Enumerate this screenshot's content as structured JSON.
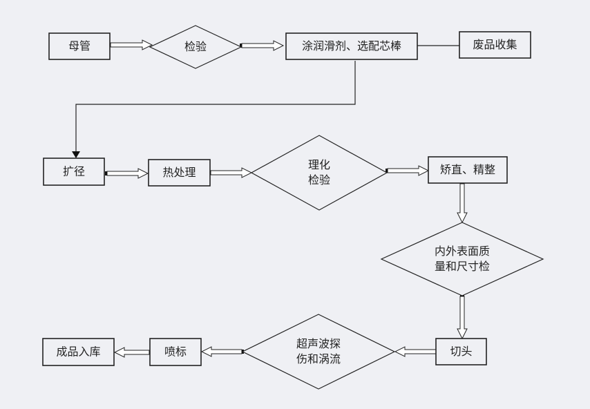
{
  "diagram": {
    "type": "flowchart",
    "colors": {
      "background": "#eff0f4",
      "stroke": "#222222",
      "text": "#222222"
    },
    "nodes": [
      {
        "id": "mother-tube",
        "shape": "rect",
        "lines": [
          "母管"
        ]
      },
      {
        "id": "inspect-1",
        "shape": "diamond",
        "lines": [
          "检验"
        ]
      },
      {
        "id": "lubricate",
        "shape": "rect",
        "lines": [
          "涂润滑剂、选配芯棒"
        ]
      },
      {
        "id": "waste",
        "shape": "rect",
        "lines": [
          "废品收集"
        ]
      },
      {
        "id": "expand",
        "shape": "rect",
        "lines": [
          "扩径"
        ]
      },
      {
        "id": "heat-treat",
        "shape": "rect",
        "lines": [
          "热处理"
        ]
      },
      {
        "id": "phys-chem",
        "shape": "diamond",
        "lines": [
          "理化",
          "检验"
        ]
      },
      {
        "id": "straighten",
        "shape": "rect",
        "lines": [
          "矫直、精整"
        ]
      },
      {
        "id": "surface-inspect",
        "shape": "diamond",
        "lines": [
          "内外表面质",
          "量和尺寸检"
        ]
      },
      {
        "id": "cut-head",
        "shape": "rect",
        "lines": [
          "切头"
        ]
      },
      {
        "id": "ultrasonic",
        "shape": "diamond",
        "lines": [
          "超声波探",
          "伤和涡流"
        ]
      },
      {
        "id": "spray-mark",
        "shape": "rect",
        "lines": [
          "喷标"
        ]
      },
      {
        "id": "warehouse",
        "shape": "rect",
        "lines": [
          "成品入库"
        ]
      }
    ],
    "edges": [
      {
        "from": "mother-tube",
        "to": "inspect-1",
        "style": "hollow-arrow"
      },
      {
        "from": "inspect-1",
        "to": "lubricate",
        "style": "hollow-arrow"
      },
      {
        "from": "lubricate",
        "to": "waste",
        "style": "line"
      },
      {
        "from": "lubricate",
        "to": "expand",
        "style": "elbow-arrow"
      },
      {
        "from": "expand",
        "to": "heat-treat",
        "style": "hollow-arrow"
      },
      {
        "from": "heat-treat",
        "to": "phys-chem",
        "style": "hollow-arrow"
      },
      {
        "from": "phys-chem",
        "to": "straighten",
        "style": "hollow-arrow"
      },
      {
        "from": "straighten",
        "to": "surface-inspect",
        "style": "hollow-arrow"
      },
      {
        "from": "surface-inspect",
        "to": "cut-head",
        "style": "hollow-arrow"
      },
      {
        "from": "cut-head",
        "to": "ultrasonic",
        "style": "hollow-arrow"
      },
      {
        "from": "ultrasonic",
        "to": "spray-mark",
        "style": "hollow-arrow"
      },
      {
        "from": "spray-mark",
        "to": "warehouse",
        "style": "hollow-arrow"
      }
    ]
  }
}
